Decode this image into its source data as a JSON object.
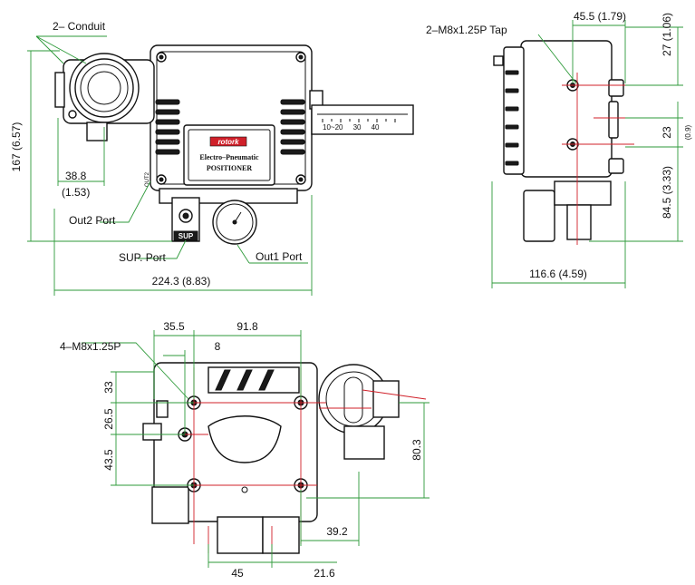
{
  "dimensions": {
    "conduit": "2– Conduit",
    "overall_height": "167 (6.57)",
    "conduit_offset_mm": "38.8",
    "conduit_offset_in": "(1.53)",
    "out2_port": "Out2 Port",
    "sup_port": "SUP. Port",
    "out1_port": "Out1 Port",
    "overall_width": "224.3 (8.83)",
    "side_tap": "2–M8x1.25P Tap",
    "side_top_width": "45.5 (1.79)",
    "side_top_height": "27 (1.06)",
    "side_gap": "23",
    "side_gap_in": "(0.9)",
    "side_lower_height": "84.5 (3.33)",
    "side_depth": "116.6 (4.59)",
    "bottom_holes": "4–M8x1.25P",
    "bottom_355": "35.5",
    "bottom_918": "91.8",
    "bottom_8": "8",
    "bottom_33": "33",
    "bottom_265": "26.5",
    "bottom_435": "43.5",
    "bottom_803": "80.3",
    "bottom_392": "39.2",
    "bottom_45": "45",
    "bottom_216": "21.6"
  },
  "nameplate": {
    "brand": "rotork",
    "line1": "Electro–Pneumatic",
    "line2": "POSITIONER"
  },
  "markings": {
    "sup": "SUP",
    "out2": "OUT2",
    "scale": "10~20     30     40"
  },
  "colors": {
    "dimension_line": "#2e9a3a",
    "center_line": "#d0202a",
    "outline": "#111111"
  }
}
